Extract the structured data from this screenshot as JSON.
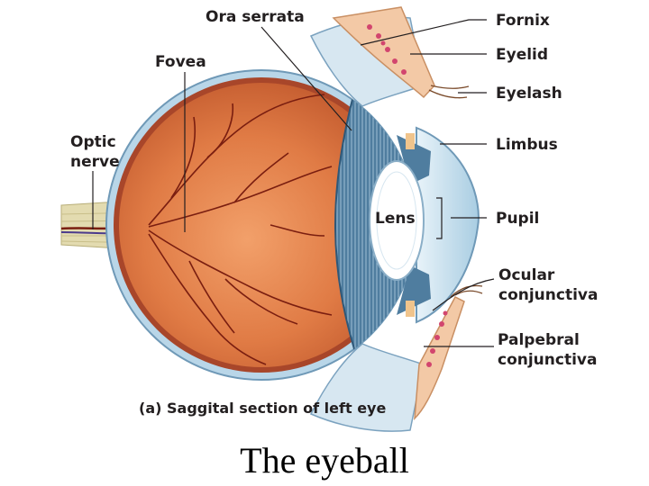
{
  "diagram": {
    "labels": {
      "ora_serrata": "Ora serrata",
      "fovea": "Fovea",
      "optic_nerve_line1": "Optic",
      "optic_nerve_line2": "nerve",
      "fornix": "Fornix",
      "eyelid": "Eyelid",
      "eyelash": "Eyelash",
      "limbus": "Limbus",
      "lens": "Lens",
      "pupil": "Pupil",
      "ocular_conjunctiva_line1": "Ocular",
      "ocular_conjunctiva_line2": "conjunctiva",
      "palpebral_conjunctiva_line1": "Palpebral",
      "palpebral_conjunctiva_line2": "conjunctiva"
    },
    "caption": "(a) Saggital section of left eye",
    "colors": {
      "sclera": "#b6d4e6",
      "choroid": "#a9462a",
      "retina": "#e6874f",
      "ciliary": "#5d88a8",
      "cornea": "#cfe6f2",
      "vessel": "#7a1e10",
      "optic_nerve": "#d8d2a6",
      "eyelid": "#f2c9a8",
      "glands": "#d2456e"
    }
  },
  "slide": {
    "title": "The eyeball"
  }
}
